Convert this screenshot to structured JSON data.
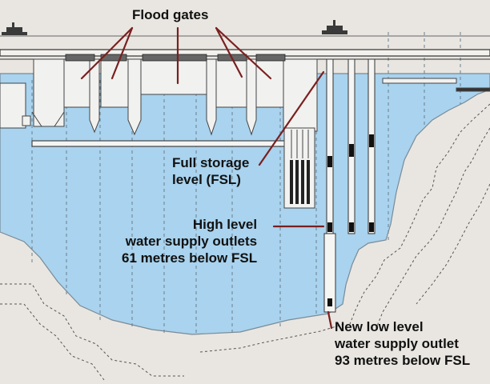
{
  "labels": {
    "flood_gates": "Flood gates",
    "fsl": [
      "Full storage",
      "level (FSL)"
    ],
    "high_outlets": [
      "High level",
      "water supply outlets",
      "61 metres below FSL"
    ],
    "low_outlet": [
      "New low level",
      "water supply outlet",
      "93 metres below FSL"
    ]
  },
  "colors": {
    "water": "#a9d3ee",
    "ground": "#e9e6e1",
    "structure": "#444444",
    "leader_lines": "#7a1f1f",
    "text": "#111111"
  }
}
